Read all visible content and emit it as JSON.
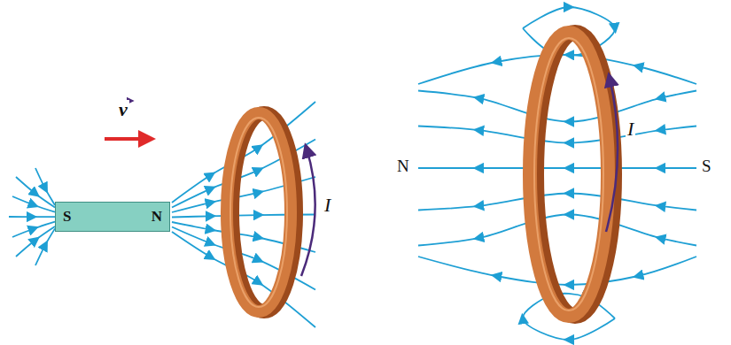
{
  "diagram": {
    "nodes": [
      {
        "text": [
          "S",
          "N"
        ]
      }
    ],
    "labels": [
      "v",
      "I",
      "N",
      "I",
      "S"
    ]
  }
}
